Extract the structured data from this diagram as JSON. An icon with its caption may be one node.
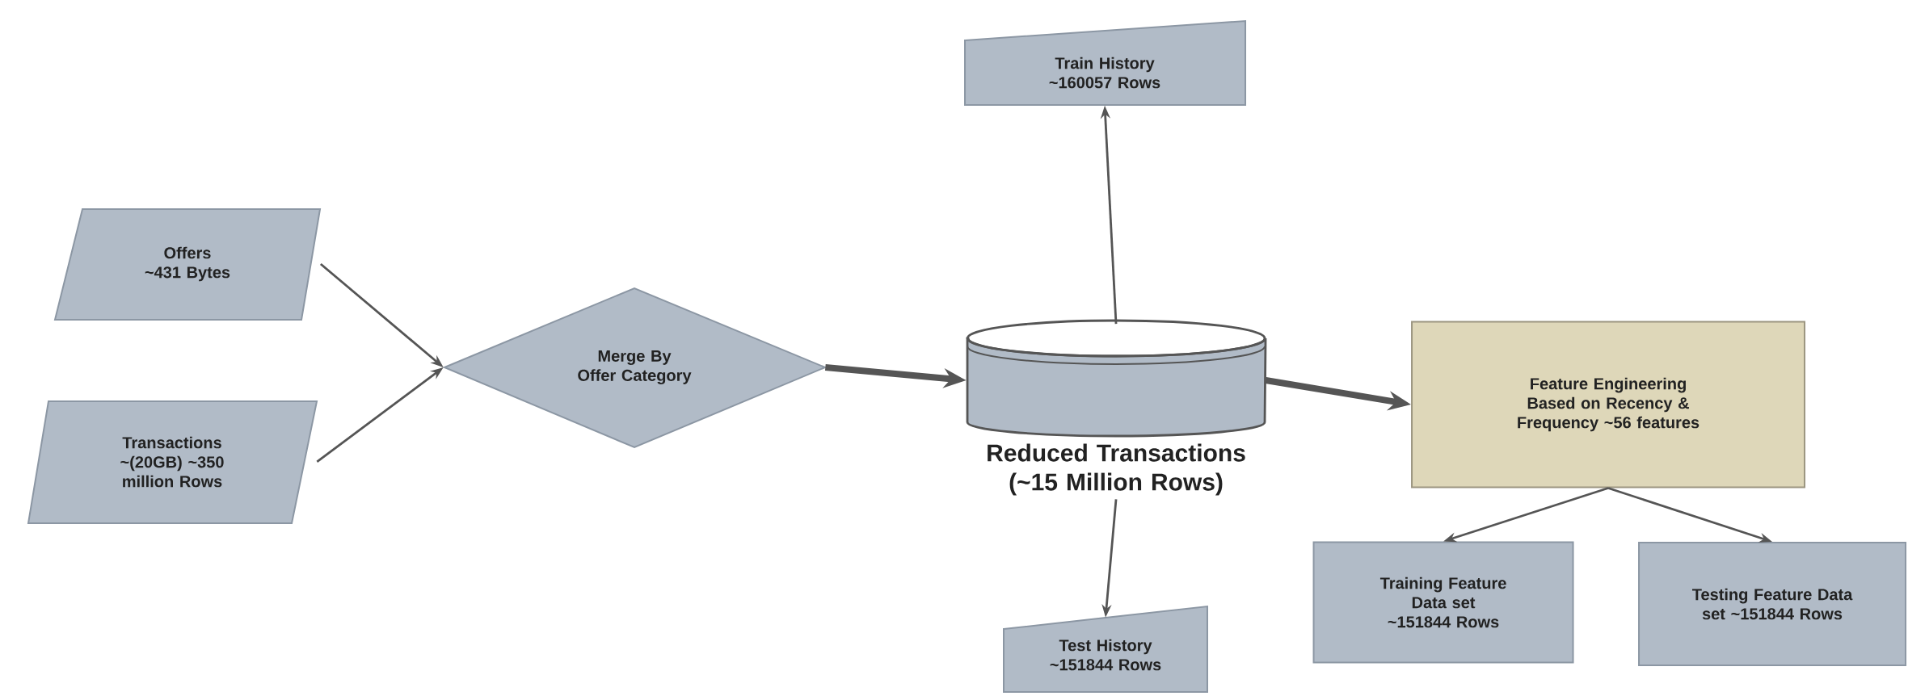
{
  "diagram": {
    "nodes": [
      {
        "text": [
          "Offers ~431 Bytes"
        ]
      },
      {
        "text": [
          "Transactions ~(20GB) ~350 million Rows"
        ]
      },
      {
        "text": [
          "Merge By Offer Category"
        ]
      },
      {
        "text": [
          "Reduced Transactions (~15 Million Rows)"
        ]
      },
      {
        "text": [
          "Train History ~160057 Rows"
        ]
      },
      {
        "text": [
          "Test History ~151844 Rows"
        ]
      },
      {
        "text": [
          "Feature Engineering Based on Recency & Frequency ~56 features"
        ]
      },
      {
        "text": [
          "Training Feature Data set ~151844 Rows"
        ]
      },
      {
        "text": [
          "Testing Feature Data set ~151844 Rows"
        ]
      }
    ],
    "edges": [
      {
        "from": 0,
        "to": 2,
        "arrow": "to"
      },
      {
        "from": 1,
        "to": 2,
        "arrow": "to"
      },
      {
        "from": 2,
        "to": 3,
        "arrow": "to",
        "style": "thick"
      },
      {
        "from": 3,
        "to": 4,
        "arrow": "to"
      },
      {
        "from": 3,
        "to": 5,
        "arrow": "to"
      },
      {
        "from": 3,
        "to": 6,
        "arrow": "to",
        "style": "thick"
      },
      {
        "from": 6,
        "to": 7,
        "arrow": "to"
      },
      {
        "from": 6,
        "to": 8,
        "arrow": "to"
      }
    ]
  }
}
